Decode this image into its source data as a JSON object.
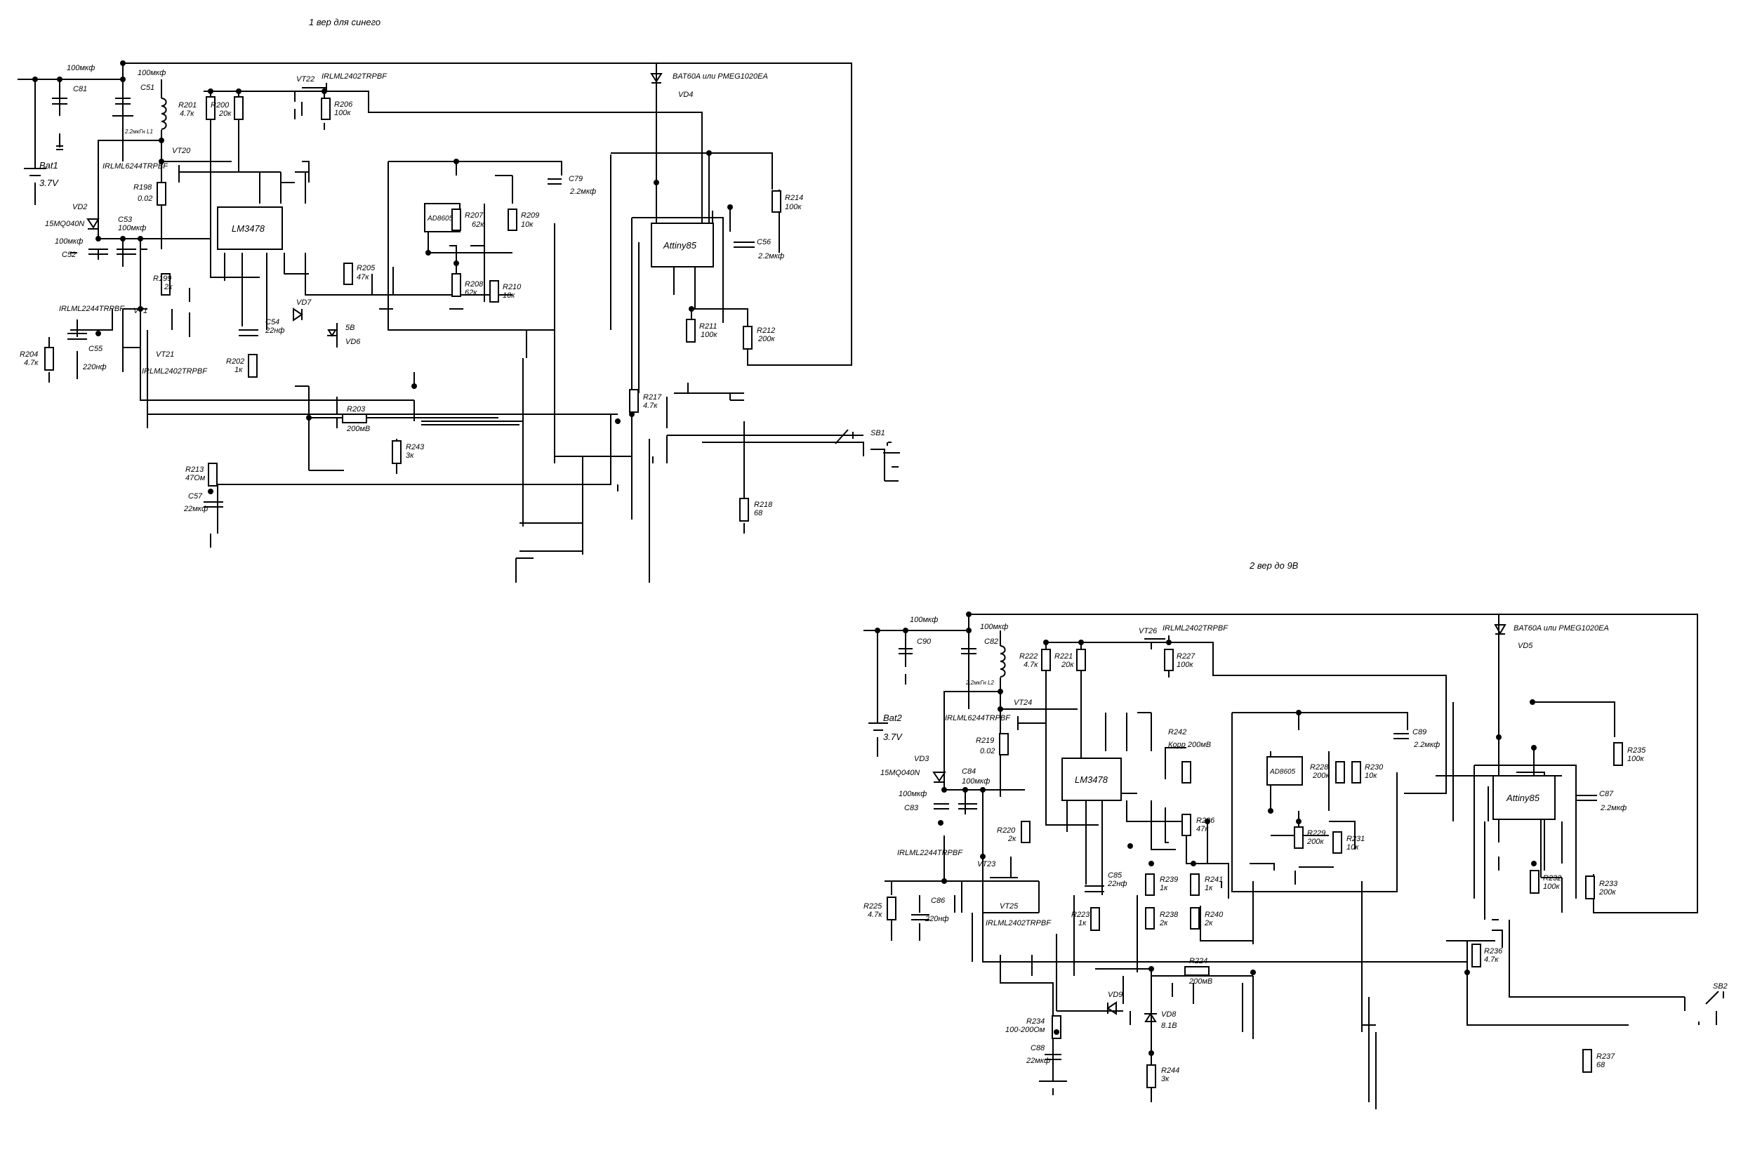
{
  "schematics": [
    {
      "id": "v1",
      "title": "1 вер для синего",
      "chips": {
        "ctrl": "LM3478",
        "amp": "AD8605",
        "mcu": "Attiny85"
      },
      "labels": {
        "bat_name": "Bat1",
        "bat_v": "3.7V",
        "c_in_cap": "100мкф",
        "c_in_name": "C81",
        "c_l_cap": "100мкф",
        "c_l_name": "C51",
        "l_name": "2.2мкГн L1",
        "r_g_name": "R201",
        "r_g_val": "4.7к",
        "r_fb_name": "R200",
        "r_fb_val": "20к",
        "vt_top_name": "VT22",
        "vt_top_part": "IRLML2402TRPBF",
        "r_top_name": "R206",
        "r_top_val": "100к",
        "vd_top_name": "VD4",
        "vd_top_part": "BAT60A или PMEG1020EA",
        "vt_p_name": "VT20",
        "vt_p_part": "IRLML6244TRPBF",
        "r_sense_name": "R198",
        "r_sense_val": "0.02",
        "c_amp": "C79",
        "c_amp_val": "2.2мкф",
        "r_a1_name": "R207",
        "r_a1_val": "62к",
        "r_a2_name": "R209",
        "r_a2_val": "10к",
        "r_a3_name": "R208",
        "r_a3_val": "62к",
        "r_a4_name": "R210",
        "r_a4_val": "10к",
        "r_corr_name": "R205",
        "r_corr_val": "47к",
        "r_mcu_name": "R214",
        "r_mcu_val": "100к",
        "c_mcu_name": "C56",
        "c_mcu_val": "2.2мкф",
        "vd_sch_name": "VD2",
        "vd_sch_part": "15MQ040N",
        "c_out_name": "C53",
        "c_out_cap": "100мкф",
        "c_out2_cap": "100мкф",
        "c_out2_name": "C52",
        "r_gate_name": "R199",
        "r_gate_val": "2к",
        "vt_n_part": "IRLML2244TRPBF",
        "vt_n_name": "VT1",
        "vd_a_name": "VD7",
        "vd_b_name": "VD6",
        "vd_b_val": "5В",
        "c_comp_name": "C54",
        "c_comp_val": "22нф",
        "r_low_name": "R204",
        "r_low_val": "4.7к",
        "c_low_name": "C55",
        "c_low_val": "220нф",
        "vt_q2_name": "VT21",
        "vt_q2_part": "IRLML2402TRPBF",
        "r_comp_name": "R202",
        "r_comp_val": "1к",
        "r_m1_name": "R211",
        "r_m1_val": "100к",
        "r_m2_name": "R212",
        "r_m2_val": "200к",
        "r_pu_name": "R217",
        "r_pu_val": "4.7к",
        "sw_name": "SB1",
        "r_shunt_name": "R203",
        "r_shunt_val": "200мВ",
        "r_div_name": "R243",
        "r_div_val": "3к",
        "r_snub_name": "R213",
        "r_snub_val": "47Ом",
        "c_snub_name": "C57",
        "c_snub_val": "22мкф",
        "r_led_name": "R218",
        "r_led_val": "68"
      }
    },
    {
      "id": "v2",
      "title": "2 вер до 9В",
      "chips": {
        "ctrl": "LM3478",
        "amp": "AD8605",
        "mcu": "Attiny85"
      },
      "labels": {
        "bat_name": "Bat2",
        "bat_v": "3.7V",
        "c_in_cap": "100мкф",
        "c_in_name": "C90",
        "c_l_cap": "100мкф",
        "c_l_name": "C82",
        "l_name": "2.2мкГн L2",
        "r_g_name": "R222",
        "r_g_val": "4.7к",
        "r_fb_name": "R221",
        "r_fb_val": "20к",
        "vt_top_name": "VT26",
        "vt_top_part": "IRLML2402TRPBF",
        "r_top_name": "R227",
        "r_top_val": "100к",
        "vd_top_name": "VD5",
        "vd_top_part": "BAT60A или PMEG1020EA",
        "vt_p_name": "VT24",
        "vt_p_part": "IRLML6244TRPBF",
        "r_sense_name": "R219",
        "r_sense_val": "0.02",
        "r_kor_name": "R242",
        "r_kor_val": "Корр 200мВ",
        "c_amp": "C89",
        "c_amp_val": "2.2мкф",
        "r_a1_name": "R228",
        "r_a1_val": "200к",
        "r_a2_name": "R230",
        "r_a2_val": "10к",
        "r_a3_name": "R229",
        "r_a3_val": "200к",
        "r_a4_name": "R231",
        "r_a4_val": "10к",
        "r_corr_name": "R226",
        "r_corr_val": "47к",
        "r_mcu_name": "R235",
        "r_mcu_val": "100к",
        "c_mcu_name": "C87",
        "c_mcu_val": "2.2мкф",
        "vd_sch_name": "VD3",
        "vd_sch_part": "15MQ040N",
        "c_out_name": "C84",
        "c_out_cap": "100мкф",
        "c_out2_cap": "100мкф",
        "c_out2_name": "C83",
        "r_gate_name": "R220",
        "r_gate_val": "2к",
        "vt_n_part": "IRLML2244TRPBF",
        "vt_n_name": "VT23",
        "vd_a_name": "VD9",
        "vd_b_name": "VD8",
        "vd_b_val": "8.1В",
        "c_comp_name": "C85",
        "c_comp_val": "22нф",
        "r_low_name": "R225",
        "r_low_val": "4.7к",
        "c_low_name": "C86",
        "c_low_val": "220нф",
        "vt_q2_name": "VT25",
        "vt_q2_part": "IRLML2402TRPBF",
        "r_comp_name": "R223",
        "r_comp_val": "1к",
        "r_b1_name": "R239",
        "r_b1_val": "1к",
        "r_b2_name": "R241",
        "r_b2_val": "1к",
        "r_b3_name": "R238",
        "r_b3_val": "2к",
        "r_b4_name": "R240",
        "r_b4_val": "2к",
        "r_m1_name": "R232",
        "r_m1_val": "100к",
        "r_m2_name": "R233",
        "r_m2_val": "200к",
        "r_pu_name": "R236",
        "r_pu_val": "4.7к",
        "sw_name": "SB2",
        "r_shunt_name": "R224",
        "r_shunt_val": "200мВ",
        "r_div_name": "R244",
        "r_div_val": "3к",
        "r_snub_name": "R234",
        "r_snub_val": "100-200Ом",
        "c_snub_name": "C88",
        "c_snub_val": "22мкф",
        "r_led_name": "R237",
        "r_led_val": "68"
      }
    }
  ]
}
